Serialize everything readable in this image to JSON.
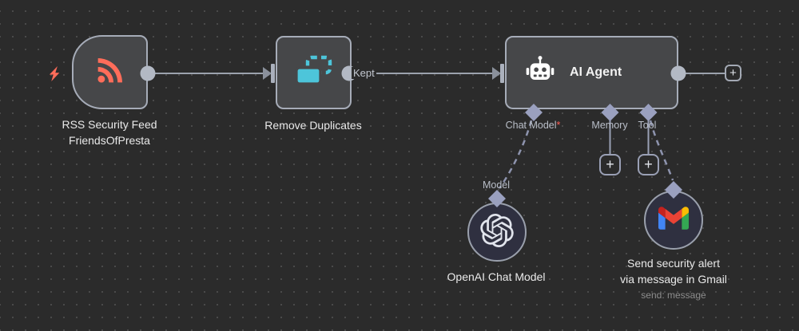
{
  "ui": {
    "plus_label": "+",
    "required_mark": "*"
  },
  "colors": {
    "canvas_bg": "#2b2b2b",
    "grid_dot": "#4a4a4a",
    "node_bg": "#464749",
    "node_border": "#a6acb8",
    "circle_node_bg": "#2f3040",
    "connector_line": "#9ca2ad",
    "diamond_port": "#9aa0bf",
    "rss_accent": "#ff6d5a",
    "duplicates_accent": "#4dc5da",
    "gmail_blue": "#4285f4",
    "gmail_green": "#34a853",
    "gmail_yellow": "#fbbc04",
    "gmail_red": "#ea4335"
  },
  "nodes": {
    "rss": {
      "name_line1": "RSS Security Feed",
      "name_line2": "FriendsOfPresta",
      "icon": "rss-icon",
      "trigger_icon": "lightning-bolt-icon"
    },
    "remove_duplicates": {
      "name": "Remove Duplicates",
      "icon": "duplicate-icon",
      "output_label": "Kept"
    },
    "ai_agent": {
      "title": "AI Agent",
      "icon": "robot-icon",
      "ports": [
        {
          "label": "Chat Model",
          "required": true
        },
        {
          "label": "Memory",
          "required": false
        },
        {
          "label": "Tool",
          "required": false
        }
      ]
    },
    "openai_chat_model": {
      "name": "OpenAI Chat Model",
      "icon": "openai-icon",
      "port_label": "Model"
    },
    "gmail": {
      "name_line1": "Send security alert",
      "name_line2": "via message in Gmail",
      "subtitle": "send: message",
      "icon": "gmail-icon"
    }
  }
}
